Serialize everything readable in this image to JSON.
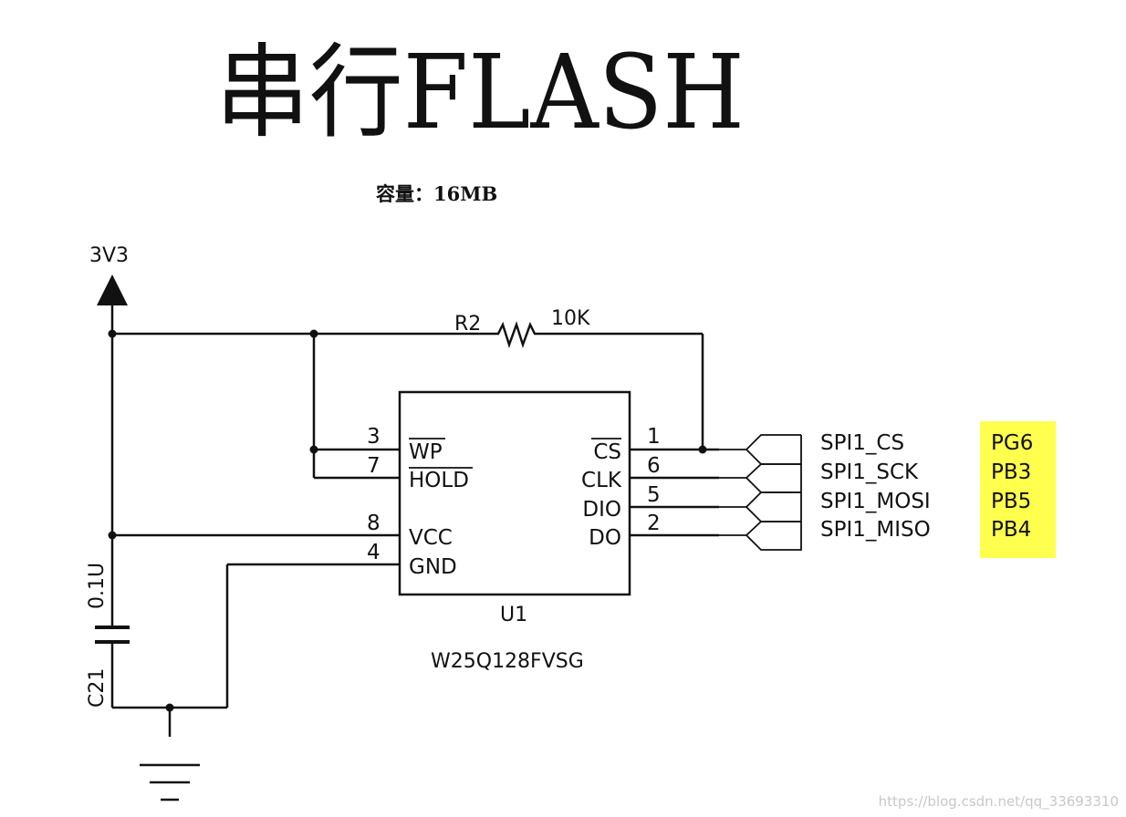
{
  "title": "串行FLASH",
  "capacity": "容量：16MB",
  "power": {
    "label": "3V3"
  },
  "resistor": {
    "ref": "R2",
    "value": "10K"
  },
  "capacitor": {
    "ref": "C21",
    "value": "0.1U"
  },
  "chip": {
    "ref": "U1",
    "part": "W25Q128FVSG",
    "left_pins": [
      {
        "num": "3",
        "name": "WP",
        "overline": true
      },
      {
        "num": "7",
        "name": "HOLD",
        "overline": true
      },
      {
        "num": "8",
        "name": "VCC",
        "overline": false
      },
      {
        "num": "4",
        "name": "GND",
        "overline": false
      }
    ],
    "right_pins": [
      {
        "num": "1",
        "name": "CS",
        "overline": true
      },
      {
        "num": "6",
        "name": "CLK",
        "overline": false
      },
      {
        "num": "5",
        "name": "DIO",
        "overline": false
      },
      {
        "num": "2",
        "name": "DO",
        "overline": false
      }
    ]
  },
  "nets": [
    {
      "name": "SPI1_CS",
      "port": "PG6"
    },
    {
      "name": "SPI1_SCK",
      "port": "PB3"
    },
    {
      "name": "SPI1_MOSI",
      "port": "PB5"
    },
    {
      "name": "SPI1_MISO",
      "port": "PB4"
    }
  ],
  "colors": {
    "highlight": "#ffff4d",
    "wire": "#111111"
  },
  "watermark": "https://blog.csdn.net/qq_33693310"
}
